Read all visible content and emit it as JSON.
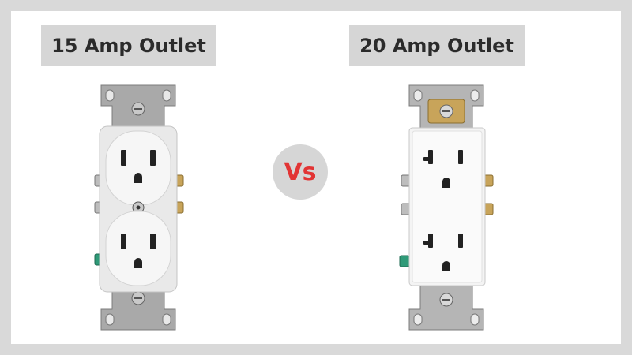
{
  "left_label": "15 Amp Outlet",
  "right_label": "20 Amp Outlet",
  "versus": "Vs",
  "colors": {
    "label_bg": "#d6d6d6",
    "vs_text": "#e23434",
    "outlet_white": "#f4f4f4",
    "metal": "#a8a8a8",
    "brass": "#c8a45a",
    "ground_screw": "#2f9a78"
  },
  "icons": [
    "outlet-15-amp-icon",
    "outlet-20-amp-icon"
  ]
}
